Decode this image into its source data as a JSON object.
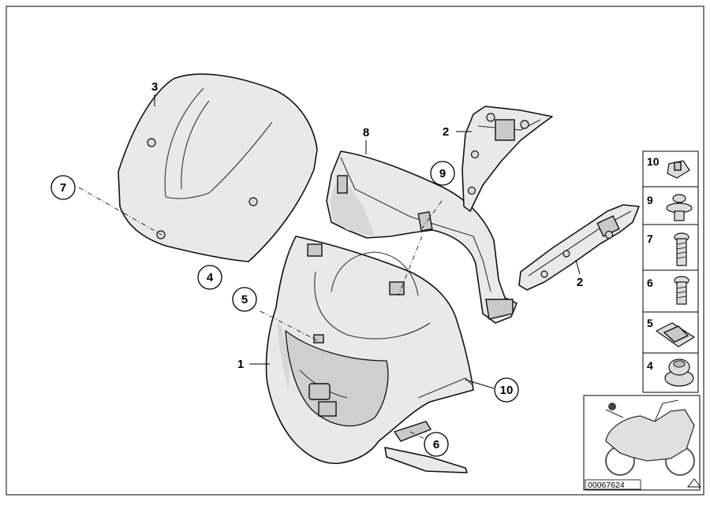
{
  "diagram_id": "00067624",
  "main_labels": {
    "l1": "1",
    "l2a": "2",
    "l2b": "2",
    "l3": "3",
    "l4": "4",
    "l5": "5",
    "l6": "6",
    "l7": "7",
    "l8": "8",
    "l9": "9",
    "l10": "10"
  },
  "legend": [
    {
      "label": "10",
      "icon": "clip-nut-icon"
    },
    {
      "label": "9",
      "icon": "expanding-rivet-icon"
    },
    {
      "label": "7",
      "icon": "torx-screw-long-icon"
    },
    {
      "label": "6",
      "icon": "torx-screw-short-icon"
    },
    {
      "label": "5",
      "icon": "spring-clip-icon"
    },
    {
      "label": "4",
      "icon": "rubber-grommet-icon"
    }
  ]
}
